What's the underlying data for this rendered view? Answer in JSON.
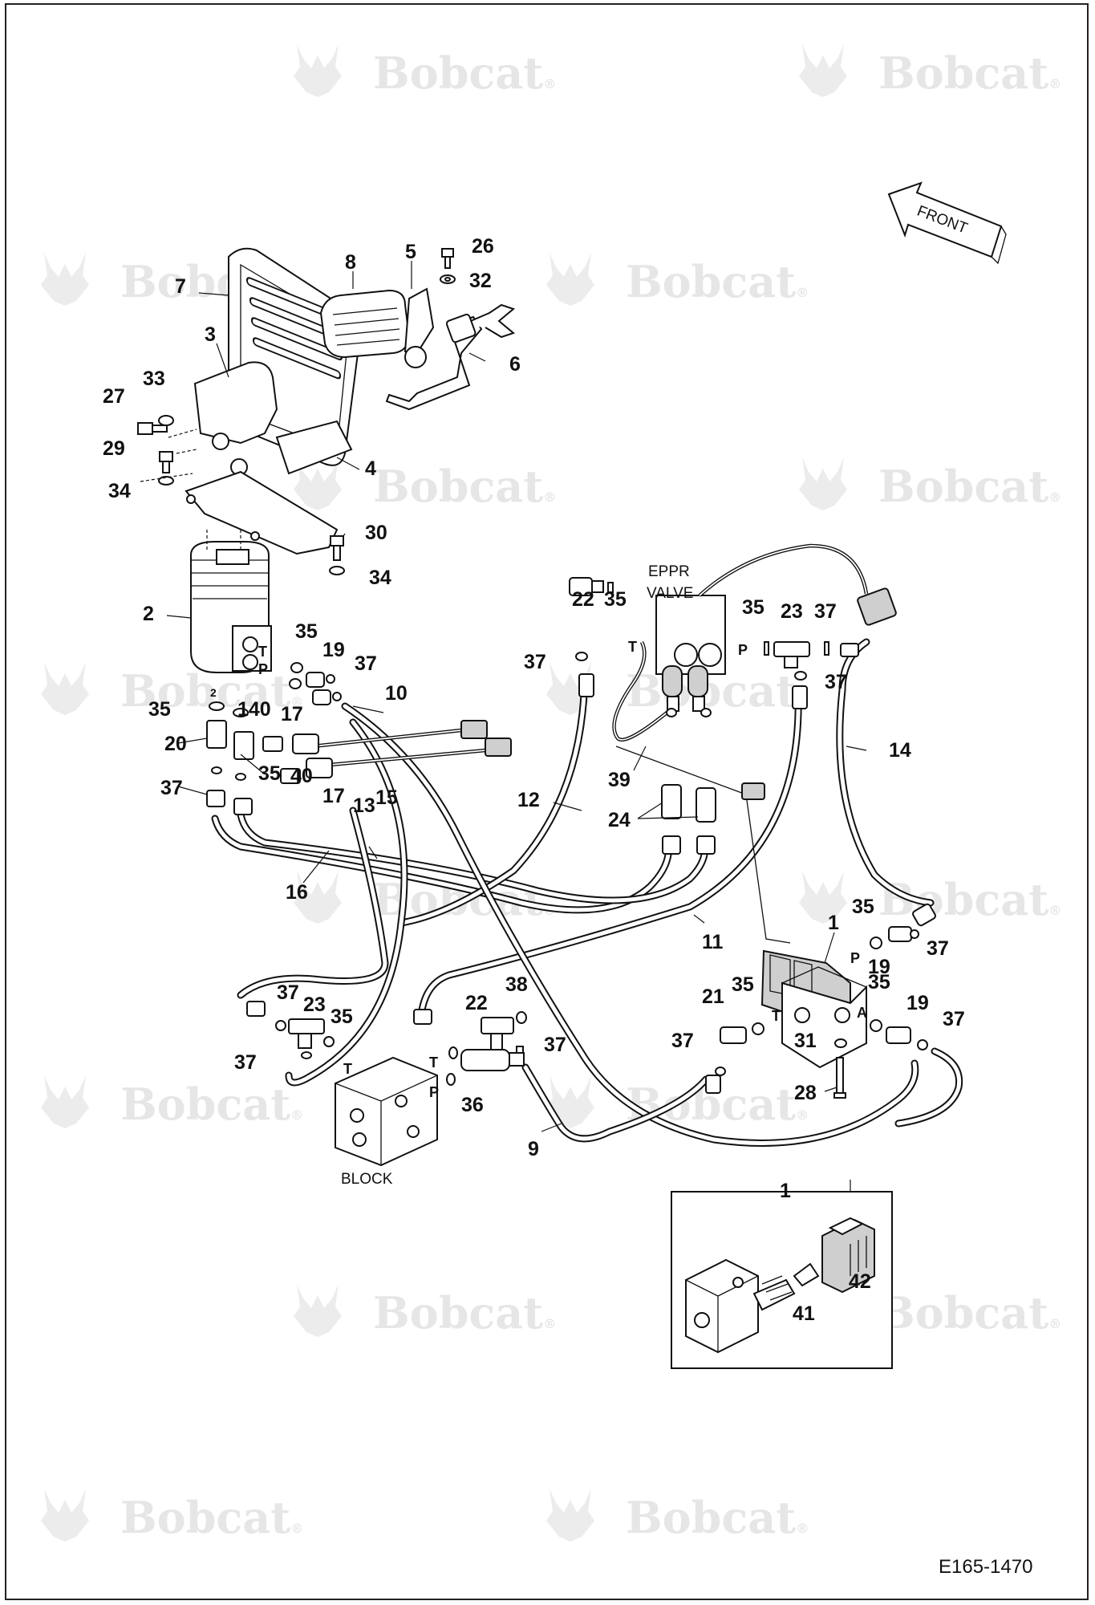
{
  "watermark": {
    "brand": "Bobcat",
    "mark": "®"
  },
  "front_indicator": "FRONT",
  "eppr_valve_label": [
    "EPPR",
    "VALVE"
  ],
  "block_label": "BLOCK",
  "drawing_number": "E165-1470",
  "callouts": [
    {
      "id": "c7",
      "text": "7"
    },
    {
      "id": "c8",
      "text": "8"
    },
    {
      "id": "c5",
      "text": "5"
    },
    {
      "id": "c26",
      "text": "26"
    },
    {
      "id": "c32",
      "text": "32"
    },
    {
      "id": "c6",
      "text": "6"
    },
    {
      "id": "c3",
      "text": "3"
    },
    {
      "id": "c33",
      "text": "33"
    },
    {
      "id": "c27",
      "text": "27"
    },
    {
      "id": "c29",
      "text": "29"
    },
    {
      "id": "c34a",
      "text": "34"
    },
    {
      "id": "c4",
      "text": "4"
    },
    {
      "id": "c30",
      "text": "30"
    },
    {
      "id": "c34b",
      "text": "34"
    },
    {
      "id": "c2",
      "text": "2"
    },
    {
      "id": "c35a",
      "text": "35"
    },
    {
      "id": "c19a",
      "text": "19"
    },
    {
      "id": "c37a",
      "text": "37"
    },
    {
      "id": "c10",
      "text": "10"
    },
    {
      "id": "c35b",
      "text": "35"
    },
    {
      "id": "c140",
      "text": "140"
    },
    {
      "id": "c17a",
      "text": "17"
    },
    {
      "id": "c20",
      "text": "20"
    },
    {
      "id": "c37b",
      "text": "37"
    },
    {
      "id": "c35c",
      "text": "35"
    },
    {
      "id": "c40",
      "text": "40"
    },
    {
      "id": "c17b",
      "text": "17"
    },
    {
      "id": "c13",
      "text": "13"
    },
    {
      "id": "c15",
      "text": "15"
    },
    {
      "id": "c16",
      "text": "16"
    },
    {
      "id": "c22a",
      "text": "22"
    },
    {
      "id": "c35d",
      "text": "35"
    },
    {
      "id": "c37c",
      "text": "37"
    },
    {
      "id": "c35e",
      "text": "35"
    },
    {
      "id": "c23a",
      "text": "23"
    },
    {
      "id": "c37d",
      "text": "37"
    },
    {
      "id": "c37e",
      "text": "37"
    },
    {
      "id": "c14",
      "text": "14"
    },
    {
      "id": "c12",
      "text": "12"
    },
    {
      "id": "c39",
      "text": "39"
    },
    {
      "id": "c24",
      "text": "24"
    },
    {
      "id": "c11",
      "text": "11"
    },
    {
      "id": "c1a",
      "text": "1"
    },
    {
      "id": "c35f",
      "text": "35"
    },
    {
      "id": "c19b",
      "text": "19"
    },
    {
      "id": "c37f",
      "text": "37"
    },
    {
      "id": "c35g",
      "text": "35"
    },
    {
      "id": "c19c",
      "text": "19"
    },
    {
      "id": "c37g",
      "text": "37"
    },
    {
      "id": "c21",
      "text": "21"
    },
    {
      "id": "c35h",
      "text": "35"
    },
    {
      "id": "c31",
      "text": "31"
    },
    {
      "id": "c28",
      "text": "28"
    },
    {
      "id": "c37h",
      "text": "37"
    },
    {
      "id": "c37i",
      "text": "37"
    },
    {
      "id": "c23b",
      "text": "23"
    },
    {
      "id": "c35i",
      "text": "35"
    },
    {
      "id": "c37j",
      "text": "37"
    },
    {
      "id": "c22b",
      "text": "22"
    },
    {
      "id": "c38",
      "text": "38"
    },
    {
      "id": "c37k",
      "text": "37"
    },
    {
      "id": "c36",
      "text": "36"
    },
    {
      "id": "c9",
      "text": "9"
    },
    {
      "id": "c1b",
      "text": "1"
    },
    {
      "id": "c42",
      "text": "42"
    },
    {
      "id": "c41",
      "text": "41"
    }
  ],
  "port_labels": [
    {
      "id": "pT1",
      "text": "T"
    },
    {
      "id": "pP1",
      "text": "P"
    },
    {
      "id": "p2",
      "text": "2"
    },
    {
      "id": "pT2",
      "text": "T"
    },
    {
      "id": "pP2",
      "text": "P"
    },
    {
      "id": "pP3",
      "text": "P"
    },
    {
      "id": "pT3",
      "text": "T"
    },
    {
      "id": "pA",
      "text": "A"
    },
    {
      "id": "pT4",
      "text": "T"
    },
    {
      "id": "pT5",
      "text": "T"
    },
    {
      "id": "pP4",
      "text": "P"
    }
  ]
}
